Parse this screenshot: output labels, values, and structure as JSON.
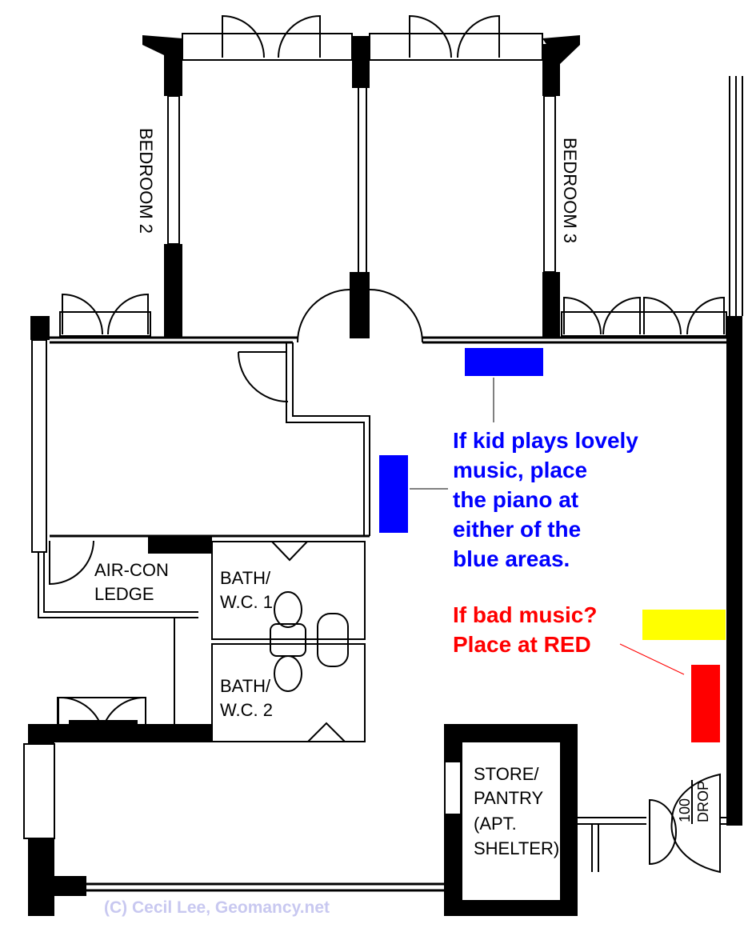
{
  "rooms": {
    "bedroom_2": "BEDROOM 2",
    "bedroom_3": "BEDROOM 3",
    "aircon_line1": "AIR-CON",
    "aircon_line2": "LEDGE",
    "bath1_line1": "BATH/",
    "bath1_line2": "W.C. 1",
    "bath2_line1": "BATH/",
    "bath2_line2": "W.C. 2",
    "store_lines": [
      "STORE/",
      "PANTRY",
      "(APT.",
      "SHELTER)"
    ],
    "drop_value": "100",
    "drop_label": "DROP"
  },
  "annotations": {
    "blue_note": [
      "If kid plays lovely",
      "music, place",
      "the piano at",
      "either of the",
      "blue areas."
    ],
    "red_note": [
      "If bad music?",
      "Place at RED"
    ]
  },
  "copyright": "(C) Cecil Lee, Geomancy.net",
  "colors": {
    "blue": "#0000ff",
    "red": "#ff0000",
    "yellow": "#ffff00",
    "copyright": "#c8c8f0"
  }
}
